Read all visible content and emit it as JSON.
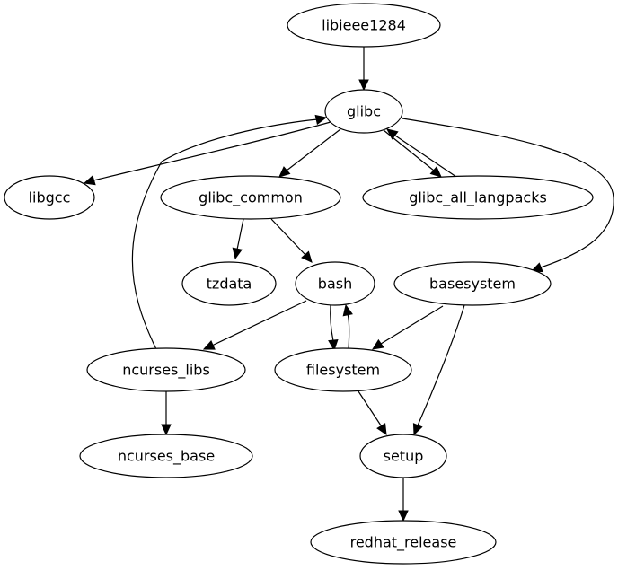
{
  "diagram": {
    "type": "directed-graph",
    "nodes": [
      {
        "id": "libieee1284",
        "label": "libieee1284"
      },
      {
        "id": "glibc",
        "label": "glibc"
      },
      {
        "id": "libgcc",
        "label": "libgcc"
      },
      {
        "id": "glibc_common",
        "label": "glibc_common"
      },
      {
        "id": "glibc_all_langpacks",
        "label": "glibc_all_langpacks"
      },
      {
        "id": "tzdata",
        "label": "tzdata"
      },
      {
        "id": "bash",
        "label": "bash"
      },
      {
        "id": "basesystem",
        "label": "basesystem"
      },
      {
        "id": "ncurses_libs",
        "label": "ncurses_libs"
      },
      {
        "id": "filesystem",
        "label": "filesystem"
      },
      {
        "id": "ncurses_base",
        "label": "ncurses_base"
      },
      {
        "id": "setup",
        "label": "setup"
      },
      {
        "id": "redhat_release",
        "label": "redhat_release"
      }
    ],
    "edges": [
      {
        "from": "libieee1284",
        "to": "glibc"
      },
      {
        "from": "glibc",
        "to": "libgcc"
      },
      {
        "from": "glibc",
        "to": "glibc_common"
      },
      {
        "from": "glibc",
        "to": "glibc_all_langpacks"
      },
      {
        "from": "glibc_all_langpacks",
        "to": "glibc"
      },
      {
        "from": "glibc",
        "to": "basesystem"
      },
      {
        "from": "glibc_common",
        "to": "tzdata"
      },
      {
        "from": "glibc_common",
        "to": "bash"
      },
      {
        "from": "bash",
        "to": "ncurses_libs"
      },
      {
        "from": "bash",
        "to": "filesystem"
      },
      {
        "from": "filesystem",
        "to": "bash"
      },
      {
        "from": "ncurses_libs",
        "to": "glibc"
      },
      {
        "from": "ncurses_libs",
        "to": "ncurses_base"
      },
      {
        "from": "basesystem",
        "to": "filesystem"
      },
      {
        "from": "basesystem",
        "to": "setup"
      },
      {
        "from": "filesystem",
        "to": "setup"
      },
      {
        "from": "setup",
        "to": "redhat_release"
      }
    ]
  }
}
